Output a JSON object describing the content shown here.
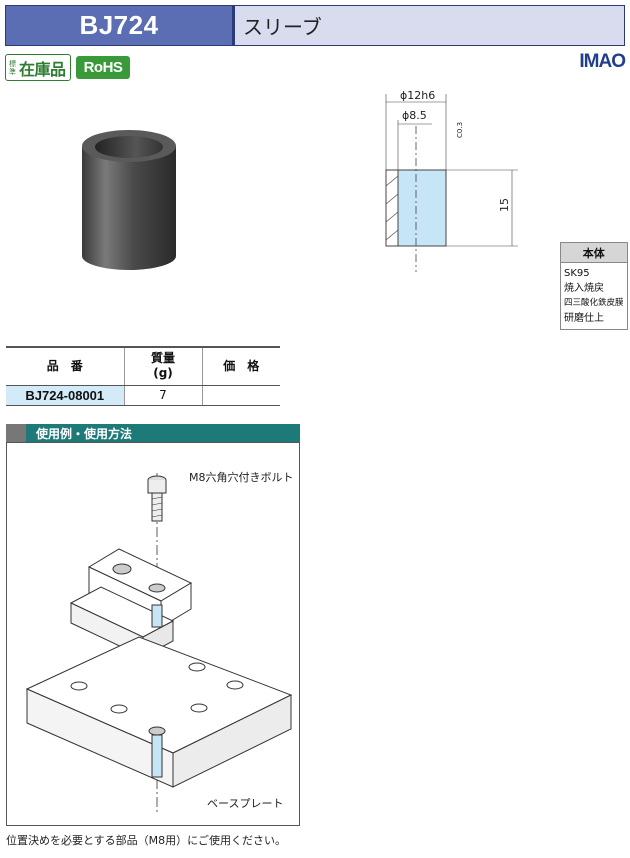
{
  "header": {
    "code": "BJ724",
    "title": "スリーブ"
  },
  "badges": {
    "std_small": "標準",
    "std_big": "在庫品",
    "rohs": "RoHS"
  },
  "brand": "IMAO",
  "drawing": {
    "outer_dia": "ϕ12h6",
    "inner_dia": "ϕ8.5",
    "length": "15",
    "chamfer": "C0.3"
  },
  "material_table": {
    "header": "本体",
    "rows": [
      "SK95",
      "焼入焼戻",
      "四三酸化鉄皮膜",
      "研磨仕上"
    ]
  },
  "spec_table": {
    "headers": {
      "part": "品　番",
      "mass": "質量",
      "mass_unit": "(g)",
      "price": "価　格"
    },
    "rows": [
      {
        "part": "BJ724-08001",
        "mass": "7",
        "price": ""
      }
    ]
  },
  "usage": {
    "heading": "使用例・使用方法",
    "bolt_label": "M8六角穴付きボルト",
    "plate_label": "ベースプレート"
  },
  "note": "位置決めを必要とする部品（M8用）にご使用ください。",
  "colors": {
    "header_bg": "#5b6eb3",
    "title_bg": "#d9dcef",
    "section_bg": "#1e7a78",
    "part_bg": "#d3ebf9",
    "rohs_bg": "#3a9a3a",
    "brand": "#1f3e8c"
  }
}
